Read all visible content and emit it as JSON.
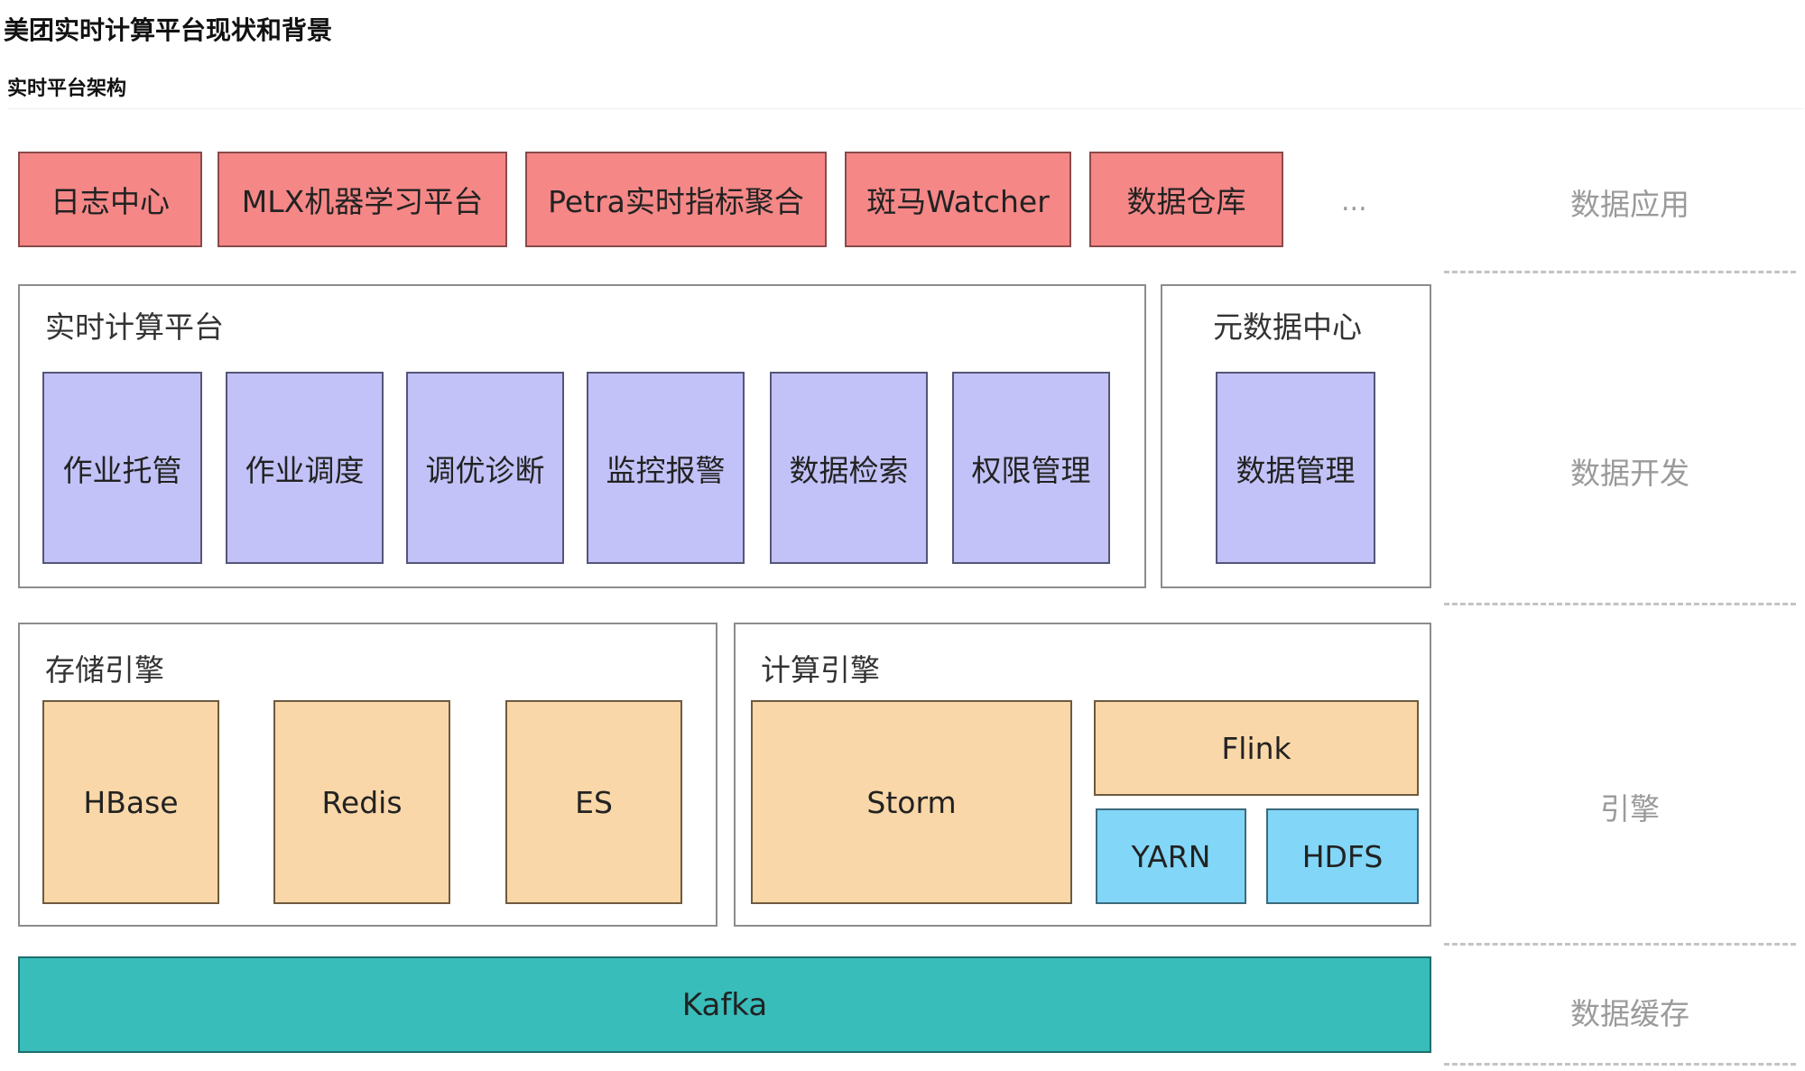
{
  "header": {
    "title": "美团实时计算平台现状和背景",
    "subtitle": "实时平台架构"
  },
  "apps": {
    "items": [
      "日志中心",
      "MLX机器学习平台",
      "Petra实时指标聚合",
      "斑马Watcher",
      "数据仓库"
    ],
    "more": "..."
  },
  "layers": {
    "application": "数据应用",
    "development": "数据开发",
    "engine": "引擎",
    "cache": "数据缓存"
  },
  "compute_platform": {
    "title": "实时计算平台",
    "items": [
      "作业托管",
      "作业调度",
      "调优诊断",
      "监控报警",
      "数据检索",
      "权限管理"
    ]
  },
  "metadata_center": {
    "title": "元数据中心",
    "items": [
      "数据管理"
    ]
  },
  "storage_engine": {
    "title": "存储引擎",
    "items": [
      "HBase",
      "Redis",
      "ES"
    ]
  },
  "compute_engine": {
    "title": "计算引擎",
    "storm": "Storm",
    "flink": "Flink",
    "yarn": "YARN",
    "hdfs": "HDFS"
  },
  "cache_layer": {
    "kafka": "Kafka"
  },
  "colors": {
    "application": "#f58787",
    "platform": "#c2c2f8",
    "engine": "#f9d7a8",
    "infra": "#82d6f7",
    "cache": "#38bdbb"
  }
}
